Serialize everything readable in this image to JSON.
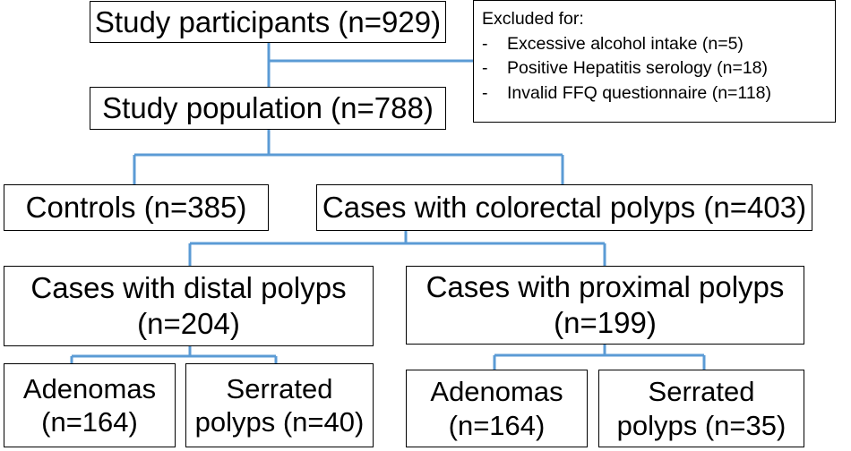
{
  "participants": {
    "label": "Study participants (n=929)"
  },
  "exclusion": {
    "heading": "Excluded for:",
    "items": [
      "Excessive alcohol intake (n=5)",
      "Positive Hepatitis serology (n=18)",
      "Invalid FFQ questionnaire (n=118)"
    ],
    "bullet": "-"
  },
  "population": {
    "label": "Study population (n=788)"
  },
  "controls": {
    "label": "Controls (n=385)"
  },
  "cases": {
    "label": "Cases with colorectal polyps (n=403)"
  },
  "distal": {
    "line1": "Cases with distal polyps",
    "line2": "(n=204)"
  },
  "proximal": {
    "line1": "Cases with proximal polyps",
    "line2": "(n=199)"
  },
  "distal_adenomas": {
    "line1": "Adenomas",
    "line2": "(n=164)"
  },
  "distal_serrated": {
    "line1": "Serrated",
    "line2": "polyps (n=40)"
  },
  "proximal_adenomas": {
    "line1": "Adenomas",
    "line2": "(n=164)"
  },
  "proximal_serrated": {
    "line1": "Serrated",
    "line2": "polyps (n=35)"
  },
  "colors": {
    "connector": "#5B9BD5",
    "border": "#000000"
  }
}
